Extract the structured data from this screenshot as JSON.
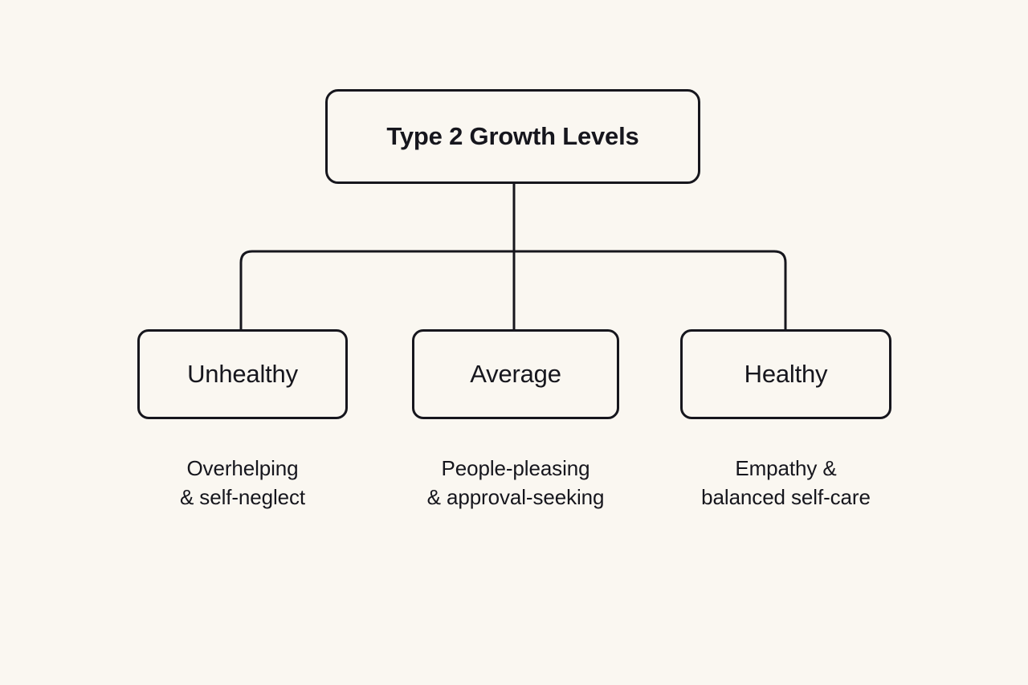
{
  "canvas": {
    "background_color": "#faf7f1",
    "stroke_color": "#16161d",
    "text_color": "#16161d"
  },
  "diagram": {
    "type": "hierarchy-tree",
    "root": {
      "label": "Type 2 Growth Levels"
    },
    "levels": [
      {
        "id": "unhealthy",
        "label": "Unhealthy",
        "caption_line1": "Overhelping",
        "caption_line2": "& self-neglect"
      },
      {
        "id": "average",
        "label": "Average",
        "caption_line1": "People-pleasing",
        "caption_line2": "& approval-seeking"
      },
      {
        "id": "healthy",
        "label": "Healthy",
        "caption_line1": "Empathy &",
        "caption_line2": "balanced self-care"
      }
    ]
  }
}
